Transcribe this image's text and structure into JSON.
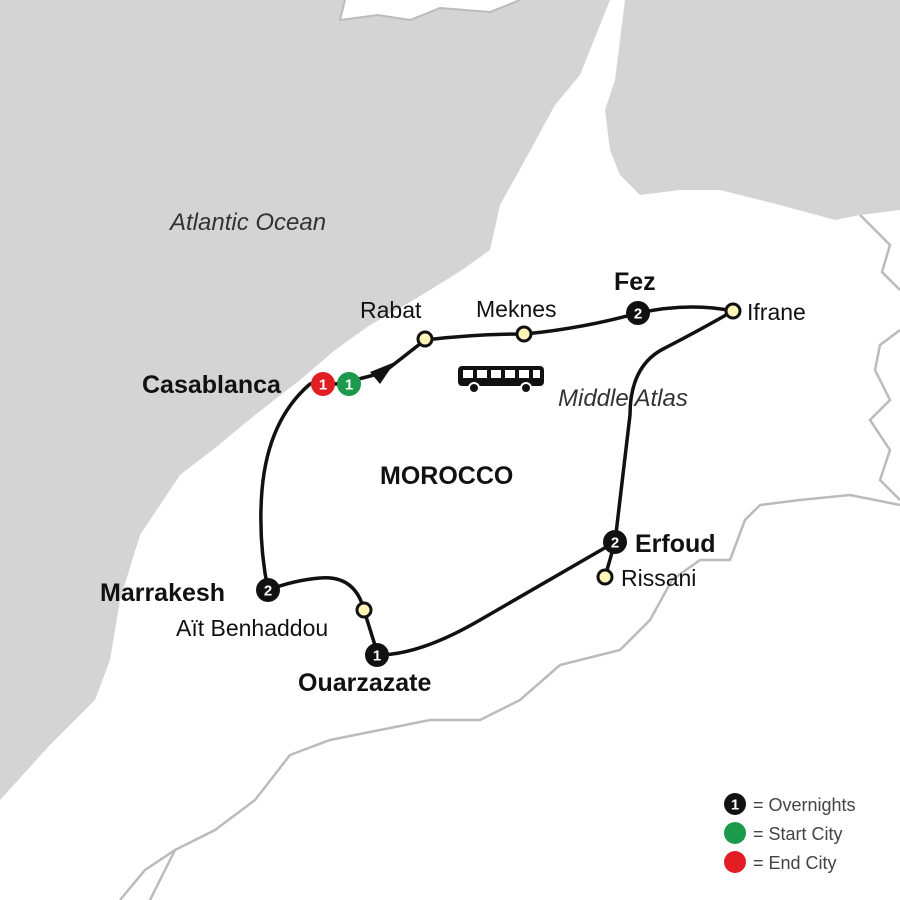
{
  "water_labels": {
    "atlantic": "Atlantic Ocean"
  },
  "region_labels": {
    "country": "MOROCCO",
    "mountains": "Middle Atlas"
  },
  "cities": {
    "casablanca": {
      "name": "Casablanca",
      "end_badge": "1",
      "start_badge": "1"
    },
    "rabat": {
      "name": "Rabat"
    },
    "meknes": {
      "name": "Meknes"
    },
    "fez": {
      "name": "Fez",
      "badge": "2"
    },
    "ifrane": {
      "name": "Ifrane"
    },
    "erfoud": {
      "name": "Erfoud",
      "badge": "2"
    },
    "rissani": {
      "name": "Rissani"
    },
    "ouarzazate": {
      "name": "Ouarzazate",
      "badge": "1"
    },
    "ait_benhaddou": {
      "name": "Aït Benhaddou"
    },
    "marrakesh": {
      "name": "Marrakesh",
      "badge": "2"
    }
  },
  "transport": {
    "icon": "bus-icon"
  },
  "legend": {
    "overnights": {
      "badge": "1",
      "label": "= Overnights"
    },
    "start": {
      "label": "= Start City"
    },
    "end": {
      "label": "= End City"
    }
  },
  "colors": {
    "sea": "#d4d4d4",
    "land": "#ffffff",
    "border": "#bbbbbb",
    "route": "#111111",
    "stop_fill": "#fdf6b8",
    "start_city": "#1a9a4a",
    "end_city": "#e31d24",
    "overnight": "#111111"
  }
}
